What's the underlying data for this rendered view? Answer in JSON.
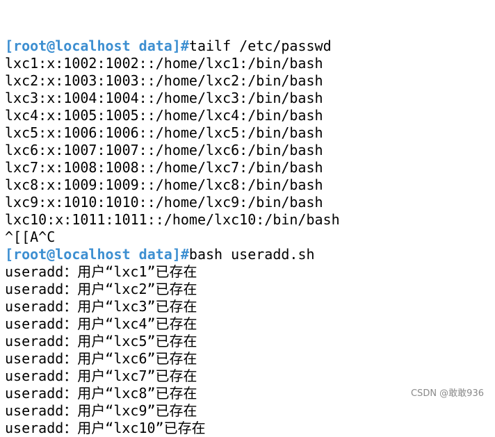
{
  "colors": {
    "prompt": "#3d8fd1",
    "text": "#000000",
    "background": "#ffffff",
    "watermark": "#8a8a8a"
  },
  "terminal": {
    "lines": [
      {
        "type": "prompt",
        "prompt": "[root@localhost data]#",
        "command": "tailf /etc/passwd"
      },
      {
        "type": "output",
        "text": "lxc1:x:1002:1002::/home/lxc1:/bin/bash"
      },
      {
        "type": "output",
        "text": "lxc2:x:1003:1003::/home/lxc2:/bin/bash"
      },
      {
        "type": "output",
        "text": "lxc3:x:1004:1004::/home/lxc3:/bin/bash"
      },
      {
        "type": "output",
        "text": "lxc4:x:1005:1005::/home/lxc4:/bin/bash"
      },
      {
        "type": "output",
        "text": "lxc5:x:1006:1006::/home/lxc5:/bin/bash"
      },
      {
        "type": "output",
        "text": "lxc6:x:1007:1007::/home/lxc6:/bin/bash"
      },
      {
        "type": "output",
        "text": "lxc7:x:1008:1008::/home/lxc7:/bin/bash"
      },
      {
        "type": "output",
        "text": "lxc8:x:1009:1009::/home/lxc8:/bin/bash"
      },
      {
        "type": "output",
        "text": "lxc9:x:1010:1010::/home/lxc9:/bin/bash"
      },
      {
        "type": "output",
        "text": "lxc10:x:1011:1011::/home/lxc10:/bin/bash"
      },
      {
        "type": "output",
        "text": "^[[A^C"
      },
      {
        "type": "prompt",
        "prompt": "[root@localhost data]#",
        "command": "bash useradd.sh"
      },
      {
        "type": "output",
        "text": "useradd：用户“lxc1”已存在"
      },
      {
        "type": "output",
        "text": "useradd：用户“lxc2”已存在"
      },
      {
        "type": "output",
        "text": "useradd：用户“lxc3”已存在"
      },
      {
        "type": "output",
        "text": "useradd：用户“lxc4”已存在"
      },
      {
        "type": "output",
        "text": "useradd：用户“lxc5”已存在"
      },
      {
        "type": "output",
        "text": "useradd：用户“lxc6”已存在"
      },
      {
        "type": "output",
        "text": "useradd：用户“lxc7”已存在"
      },
      {
        "type": "output",
        "text": "useradd：用户“lxc8”已存在"
      },
      {
        "type": "output",
        "text": "useradd：用户“lxc9”已存在"
      },
      {
        "type": "output",
        "text": "useradd：用户“lxc10”已存在"
      }
    ]
  },
  "watermark": "CSDN @敢敢936"
}
